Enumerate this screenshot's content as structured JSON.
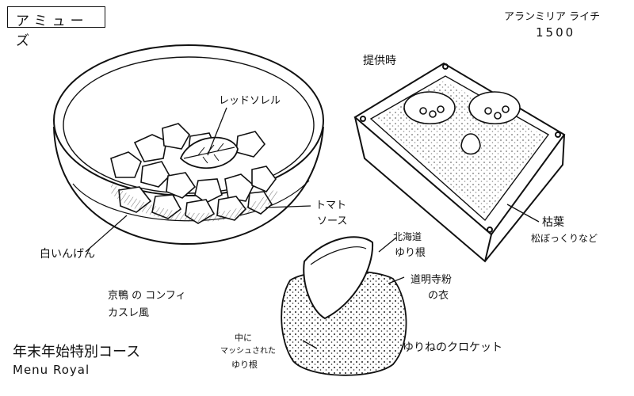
{
  "title": "アミューズ",
  "header_right": {
    "wine": "アランミリア ライチ",
    "price": "1500"
  },
  "bowl_dish": {
    "label_garnish": "レッドソレル",
    "label_sauce_line1": "トマト",
    "label_sauce_line2": "ソース",
    "label_beans": "白いんげん",
    "label_confit_line1": "京鴨 の コンフィ",
    "label_confit_line2": "カスレ風"
  },
  "box_dish": {
    "label_serving": "提供時",
    "label_leaves_line1": "枯葉",
    "label_leaves_line2": "松ぼっくりなど"
  },
  "croquette_dish": {
    "label_lily_line1": "北海道",
    "label_lily_line2": "ゆり根",
    "label_batter_line1": "道明寺粉",
    "label_batter_line2": "の衣",
    "label_inside_line1": "中に",
    "label_inside_line2": "マッシュされた",
    "label_inside_line3": "ゆり根",
    "label_name": "ゆりねのクロケット"
  },
  "course": {
    "name_jp": "年末年始特別コース",
    "name_en": "Menu Royal"
  }
}
